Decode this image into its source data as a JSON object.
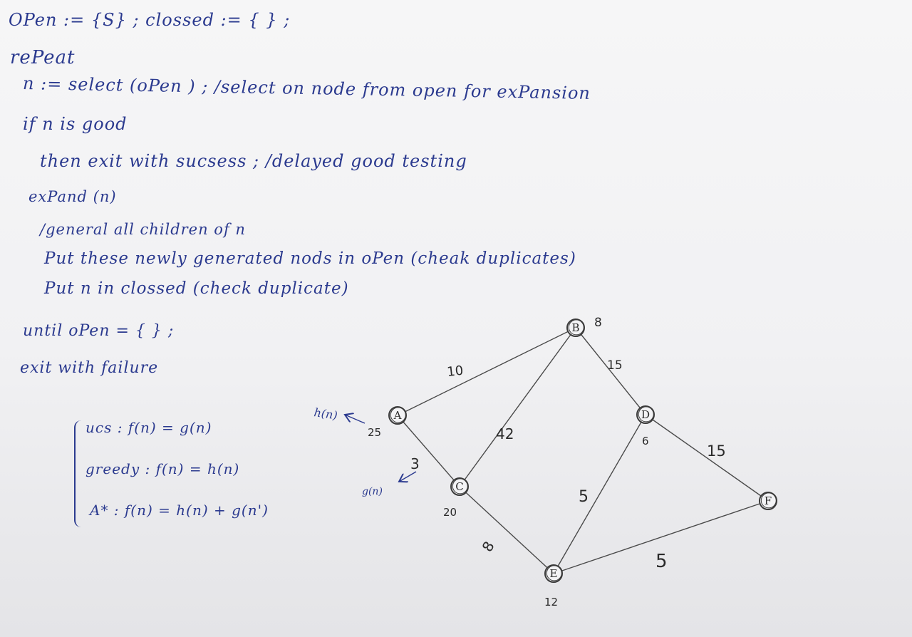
{
  "pseudocode": {
    "line_open": "OPen := {S} ; clossed := { } ;",
    "line_repeat": "rePeat",
    "line_select": "n := select (oPen ) ; /select on node from open for exPansion",
    "line_if": "if n is good",
    "line_then": "then exit with sucsess ; /delayed good testing",
    "line_expand": "exPand (n)",
    "line_general": "/general all children of n",
    "line_put_open": "Put these newly generated nods in oPen (cheak duplicates)",
    "line_put_closed": "Put n in clossed (check duplicate)",
    "line_until": "until oPen = { } ;",
    "line_exit": "exit with failure"
  },
  "formulas": {
    "ucs": "ucs : f(n) = g(n)",
    "greedy": "greedy : f(n) = h(n)",
    "astar": "A* : f(n) = h(n) + g(n')"
  },
  "graph": {
    "nodes": [
      {
        "id": "A",
        "label": "A",
        "h": "25"
      },
      {
        "id": "B",
        "label": "B",
        "h": "8"
      },
      {
        "id": "C",
        "label": "C",
        "h": "20"
      },
      {
        "id": "D",
        "label": "D",
        "h": "6"
      },
      {
        "id": "E",
        "label": "E",
        "h": "12"
      },
      {
        "id": "F",
        "label": "F",
        "h": ""
      }
    ],
    "edges": [
      {
        "from": "A",
        "to": "B",
        "cost": "10"
      },
      {
        "from": "A",
        "to": "C",
        "cost": "3"
      },
      {
        "from": "B",
        "to": "C",
        "cost": "42"
      },
      {
        "from": "B",
        "to": "D",
        "cost": "15"
      },
      {
        "from": "C",
        "to": "E",
        "cost": "8"
      },
      {
        "from": "D",
        "to": "E",
        "cost": "5"
      },
      {
        "from": "D",
        "to": "F",
        "cost": "15"
      },
      {
        "from": "E",
        "to": "F",
        "cost": "5"
      }
    ],
    "annotations": {
      "h_label": "h(n)",
      "g_label": "g(n)"
    }
  },
  "colors": {
    "ink": "#2b3a8f",
    "pencil": "#3a3a3a"
  }
}
